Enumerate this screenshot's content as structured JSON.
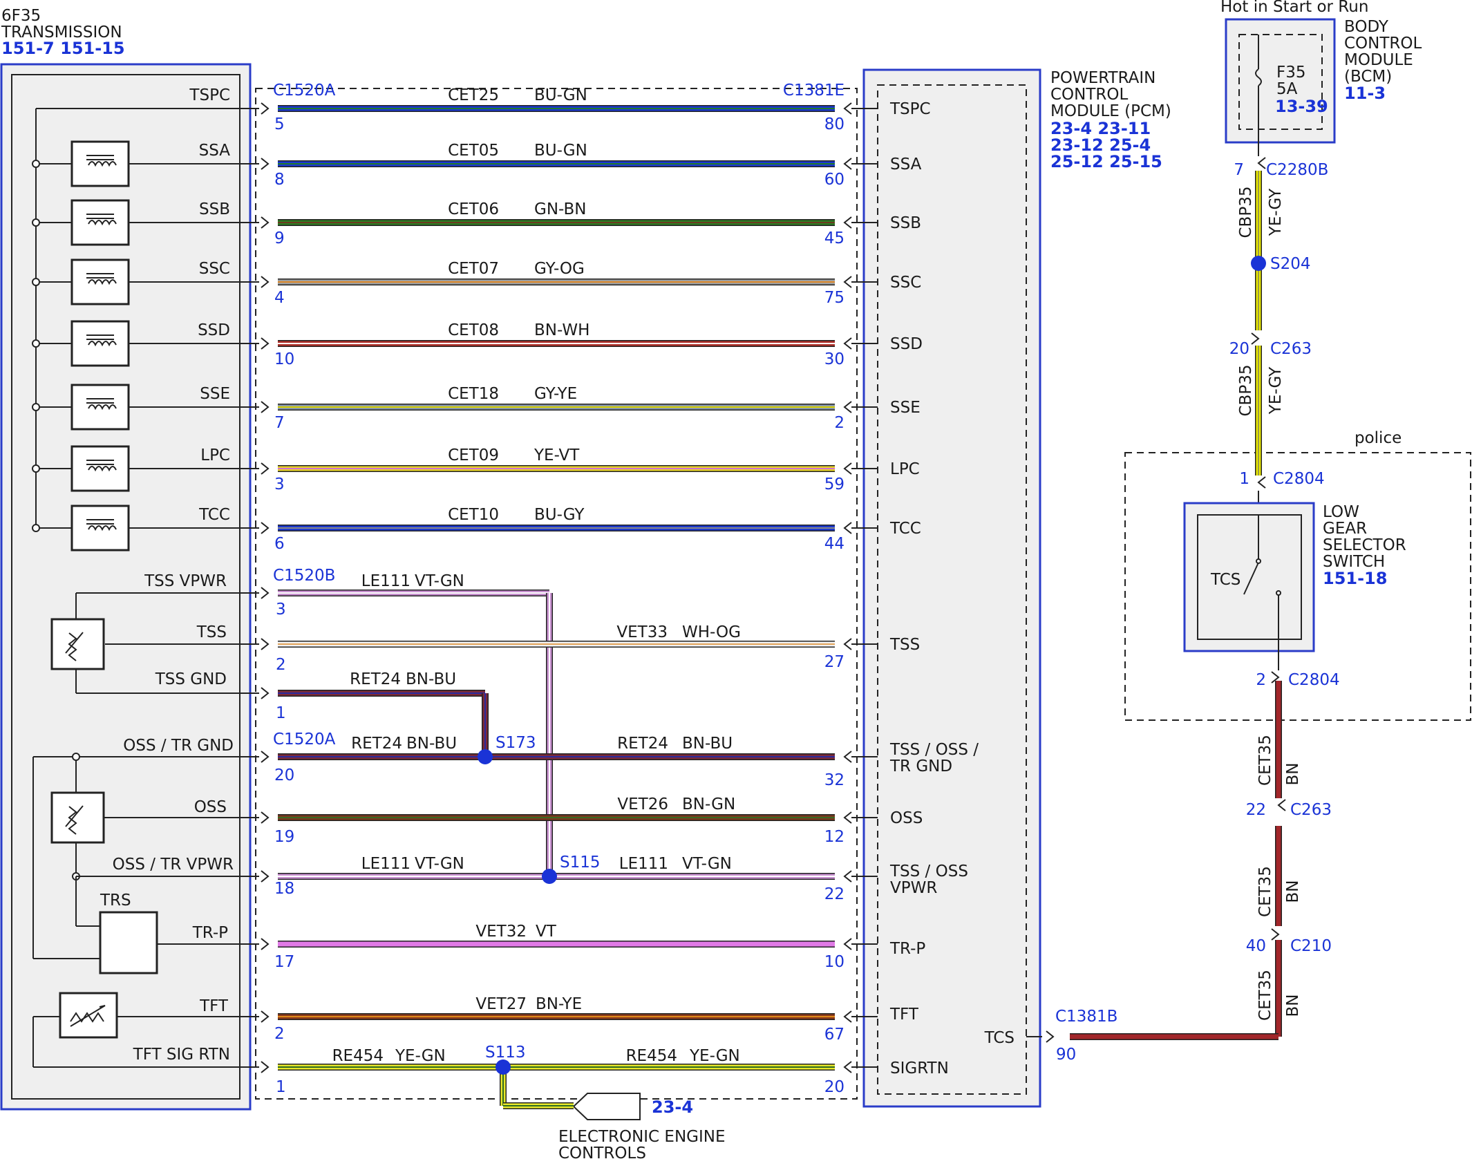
{
  "colors": {
    "module_fill": "#efefef",
    "module_border": "#2a3cc8",
    "ref_blue": "#1a33d6",
    "BU-GN": [
      "#1b38d0",
      "#1f7a2c"
    ],
    "GN-BN": [
      "#2e7a22",
      "#6b3a1f"
    ],
    "GY-OG": [
      "#a0a0a0",
      "#e08a2a"
    ],
    "BN-WH": [
      "#b0302a",
      "#ffffff"
    ],
    "GY-YE": [
      "#8a9aa8",
      "#d8d000"
    ],
    "YE-VT": [
      "#e8d22a",
      "#d070d0"
    ],
    "BU-GY": [
      "#1b38d0",
      "#8a8a8a"
    ],
    "VT-GN": [
      "#c890d0",
      "#ffffff"
    ],
    "WH-OG": [
      "#f2f2f2",
      "#e3a45a"
    ],
    "BN-BU": [
      "#7a2a3a",
      "#2a2aa0"
    ],
    "BN-GN": [
      "#7a3a1f",
      "#3a6a22"
    ],
    "VT": [
      "#e07ae6",
      "#e07ae6"
    ],
    "BN-YE": [
      "#8a3a1a",
      "#e08a1a"
    ],
    "YE-GN": [
      "#e8e82a",
      "#2e6a22"
    ],
    "YE-GY": [
      "#eaea00",
      "#9a9a40"
    ],
    "BN": [
      "#a2262a",
      "#a2262a"
    ]
  },
  "transmission": {
    "title_line1": "6F35",
    "title_line2": "TRANSMISSION",
    "refs": "151-7  151-15",
    "pins": [
      "TSPC",
      "SSA",
      "SSB",
      "SSC",
      "SSD",
      "SSE",
      "LPC",
      "TCC",
      "TSS VPWR",
      "TSS",
      "TSS GND",
      "OSS / TR GND",
      "OSS",
      "OSS / TR VPWR",
      "TR-P",
      "TFT",
      "TFT SIG RTN"
    ],
    "trs_label": "TRS"
  },
  "pcm": {
    "title_line1": "POWERTRAIN",
    "title_line2": "CONTROL",
    "title_line3": "MODULE (PCM)",
    "refs_line1": "23-4  23-11",
    "refs_line2": "23-12  25-4",
    "refs_line3": "25-12  25-15",
    "pins": [
      "TSPC",
      "SSA",
      "SSB",
      "SSC",
      "SSD",
      "SSE",
      "LPC",
      "TCC",
      "TSS",
      "TSS / OSS /",
      "TR GND",
      "OSS",
      "TSS / OSS",
      "VPWR",
      "TR-P",
      "TFT",
      "SIGRTN",
      "TCS"
    ]
  },
  "connectors": {
    "c1520a_top": "C1520A",
    "c1381e": "C1381E",
    "c1520b": "C1520B",
    "c1520a_mid": "C1520A",
    "c1381b": "C1381B",
    "c1381b_pin": "90"
  },
  "wires": [
    {
      "circuit": "CET25",
      "color": "BU-GN",
      "left_pin": "5",
      "right_pin": "80"
    },
    {
      "circuit": "CET05",
      "color": "BU-GN",
      "left_pin": "8",
      "right_pin": "60"
    },
    {
      "circuit": "CET06",
      "color": "GN-BN",
      "left_pin": "9",
      "right_pin": "45"
    },
    {
      "circuit": "CET07",
      "color": "GY-OG",
      "left_pin": "4",
      "right_pin": "75"
    },
    {
      "circuit": "CET08",
      "color": "BN-WH",
      "left_pin": "10",
      "right_pin": "30"
    },
    {
      "circuit": "CET18",
      "color": "GY-YE",
      "left_pin": "7",
      "right_pin": "2"
    },
    {
      "circuit": "CET09",
      "color": "YE-VT",
      "left_pin": "3",
      "right_pin": "59"
    },
    {
      "circuit": "CET10",
      "color": "BU-GY",
      "left_pin": "6",
      "right_pin": "44"
    }
  ],
  "lower": {
    "le111_top": {
      "circuit": "LE111",
      "color": "VT-GN",
      "left_pin": "3"
    },
    "vet33": {
      "circuit": "VET33",
      "color": "WH-OG",
      "left_pin": "2",
      "right_pin": "27"
    },
    "ret24_top": {
      "circuit": "RET24",
      "color": "BN-BU",
      "left_pin": "1"
    },
    "ret24_left": {
      "circuit": "RET24",
      "color": "BN-BU",
      "left_pin": "20"
    },
    "ret24_right": {
      "circuit": "RET24",
      "color": "BN-BU",
      "right_pin": "32"
    },
    "s173": "S173",
    "vet26": {
      "circuit": "VET26",
      "color": "BN-GN",
      "left_pin": "19",
      "right_pin": "12"
    },
    "le111_left": {
      "circuit": "LE111",
      "color": "VT-GN",
      "left_pin": "18"
    },
    "le111_right": {
      "circuit": "LE111",
      "color": "VT-GN",
      "right_pin": "22"
    },
    "s115": "S115",
    "vet32": {
      "circuit": "VET32",
      "color": "VT",
      "left_pin": "17",
      "right_pin": "10"
    },
    "vet27": {
      "circuit": "VET27",
      "color": "BN-YE",
      "left_pin": "2",
      "right_pin": "67"
    },
    "re454_left": {
      "circuit": "RE454",
      "color": "YE-GN",
      "left_pin": "1"
    },
    "re454_right": {
      "circuit": "RE454",
      "color": "YE-GN",
      "right_pin": "20"
    },
    "s113": "S113",
    "eec_ref": "23-4",
    "eec_line1": "ELECTRONIC ENGINE",
    "eec_line2": "CONTROLS"
  },
  "bcm": {
    "hot_label": "Hot in Start or Run",
    "title_line1": "BODY",
    "title_line2": "CONTROL",
    "title_line3": "MODULE",
    "title_line4": "(BCM)",
    "ref": "11-3",
    "fuse": "F35",
    "fuse_rating": "5A",
    "fuse_ref": "13-39"
  },
  "right_column": {
    "c2280b_pin": "7",
    "c2280b": "C2280B",
    "cbp35_a": {
      "circuit": "CBP35",
      "color": "YE-GY"
    },
    "s204": "S204",
    "c263_top_pin": "20",
    "c263_top": "C263",
    "cbp35_b": {
      "circuit": "CBP35",
      "color": "YE-GY"
    },
    "police": "police",
    "c2804_top_pin": "1",
    "c2804_top": "C2804",
    "switch_line1": "LOW",
    "switch_line2": "GEAR",
    "switch_line3": "SELECTOR",
    "switch_line4": "SWITCH",
    "switch_ref": "151-18",
    "tcs_label": "TCS",
    "c2804_bot_pin": "2",
    "c2804_bot": "C2804",
    "cet35_a": {
      "circuit": "CET35",
      "color": "BN"
    },
    "c263_bot_pin": "22",
    "c263_bot": "C263",
    "cet35_b": {
      "circuit": "CET35",
      "color": "BN"
    },
    "c210_pin": "40",
    "c210": "C210",
    "cet35_c": {
      "circuit": "CET35",
      "color": "BN"
    }
  }
}
